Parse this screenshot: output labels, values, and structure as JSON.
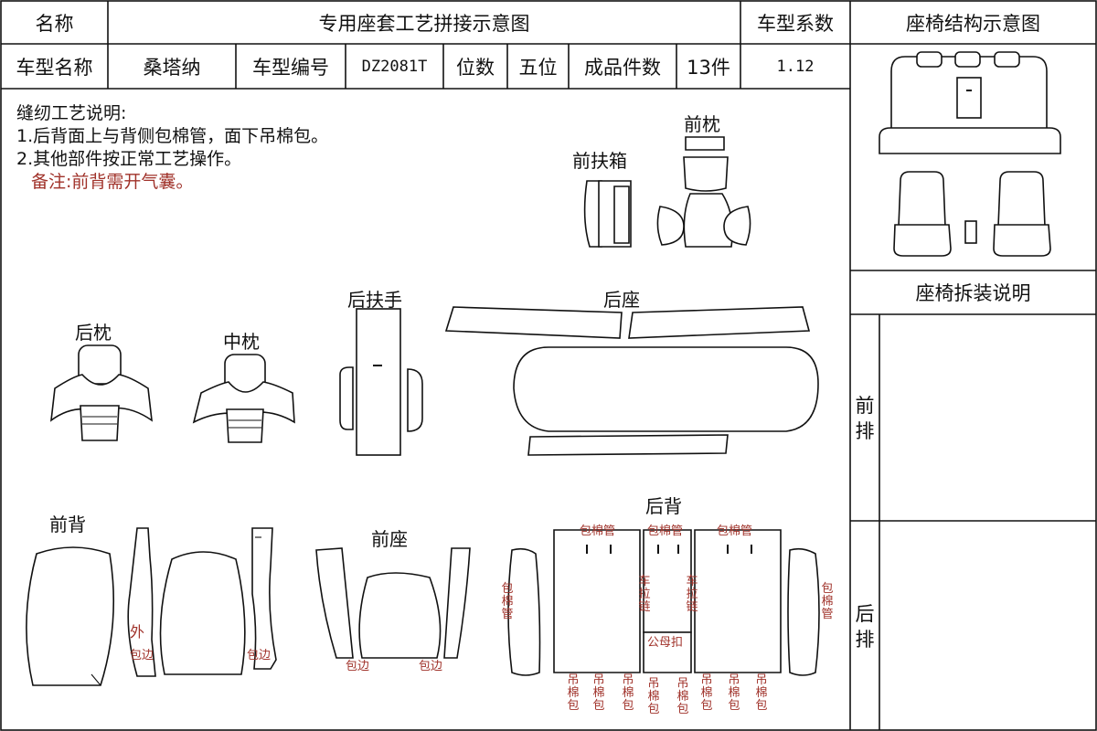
{
  "header": {
    "name_label": "名称",
    "title": "专用座套工艺拼接示意图",
    "coef_label": "车型系数",
    "structure_title": "座椅结构示意图"
  },
  "info": {
    "model_name_label": "车型名称",
    "model_name": "桑塔纳",
    "model_no_label": "车型编号",
    "model_no": "DZ2081T",
    "seats_label": "位数",
    "seats": "五位",
    "pieces_label": "成品件数",
    "pieces": "13件",
    "coef": "1.12"
  },
  "notes": {
    "heading": "缝纫工艺说明:",
    "line1": "1.后背面上与背侧包棉管，面下吊棉包。",
    "line2": "2.其他部件按正常工艺操作。",
    "remark": "备注:前背需开气囊。"
  },
  "parts": {
    "front_pillow": "前枕",
    "front_armbox": "前扶箱",
    "rear_armrest": "后扶手",
    "rear_seat": "后座",
    "rear_pillow": "后枕",
    "mid_pillow": "中枕",
    "front_back": "前背",
    "front_seat": "前座",
    "rear_back": "后背"
  },
  "marks": {
    "outer": "外",
    "edge": "包边",
    "foam_tube": "包棉管",
    "zipper": "车拉链",
    "snap": "公母扣",
    "hang_pad": "吊棉包"
  },
  "sidebar": {
    "disassembly_title": "座椅拆装说明",
    "front_row": "前排",
    "rear_row": "后排"
  }
}
